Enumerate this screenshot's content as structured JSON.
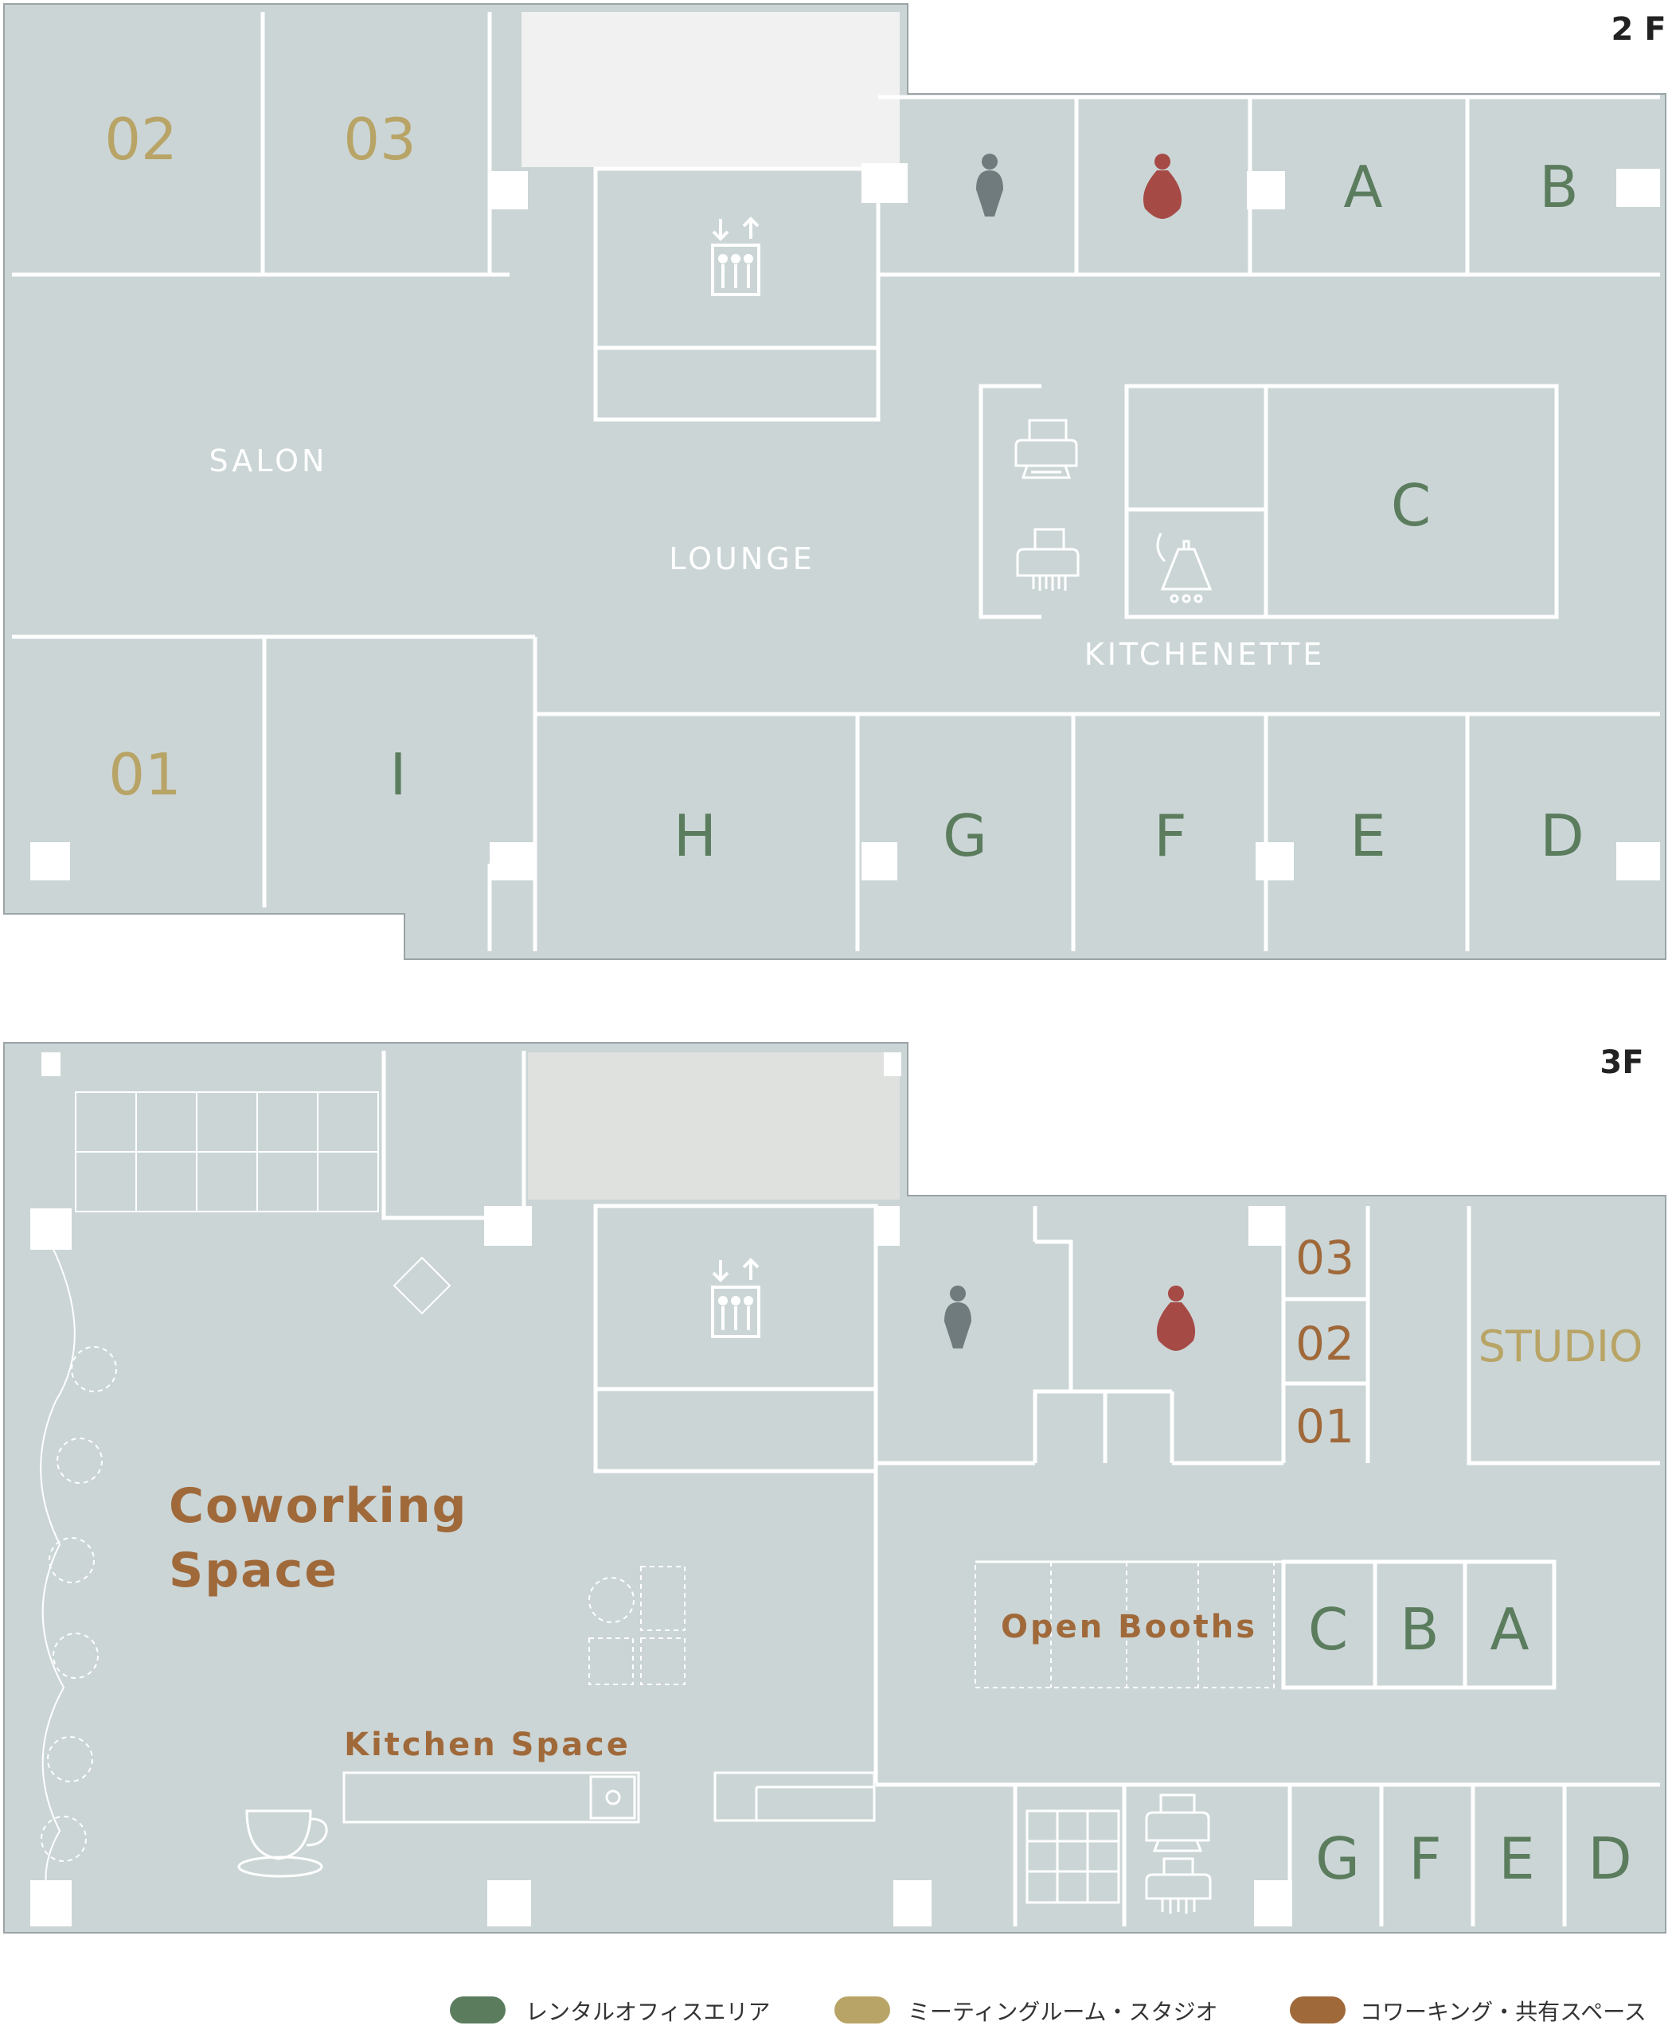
{
  "colors": {
    "floor": "#cbd5d6",
    "wall": "#ffffff",
    "outline": "#9aa3a5",
    "stair_void_2f": "#f0f1f0",
    "stair_void_3f": "#dfe1df",
    "rental": "#5b7d5e",
    "meeting": "#b8a466",
    "coworking": "#a0693a",
    "room_text_white": "#ffffff",
    "floor_tag": "#222222",
    "toilet_male": "#6f7b7c",
    "toilet_female": "#a64a46"
  },
  "floor2": {
    "tag": "2 F",
    "meeting_rooms": [
      "02",
      "03",
      "01"
    ],
    "offices": [
      "A",
      "B",
      "C",
      "I",
      "H",
      "G",
      "F",
      "E",
      "D"
    ],
    "areas": {
      "salon": "SALON",
      "lounge": "LOUNGE",
      "kitchenette": "KITCHENETTE"
    },
    "icons": [
      "elevator-icon",
      "male-toilet-icon",
      "female-toilet-icon",
      "printer-icon",
      "shredder-icon",
      "kettle-icon"
    ]
  },
  "floor3": {
    "tag": "3F",
    "booths_numbered": [
      "03",
      "02",
      "01"
    ],
    "studio": "STUDIO",
    "offices": [
      "C",
      "B",
      "A",
      "G",
      "F",
      "E",
      "D"
    ],
    "areas": {
      "coworking_line1": "Coworking",
      "coworking_line2": "Space",
      "open_booths": "Open Booths",
      "kitchen": "Kitchen Space"
    },
    "icons": [
      "elevator-icon",
      "male-toilet-icon",
      "female-toilet-icon",
      "printer-icon",
      "shredder-icon",
      "coffee-cup-icon",
      "locker-icon"
    ]
  },
  "legend": [
    {
      "label": "レンタルオフィスエリア",
      "color": "#5b7d5e"
    },
    {
      "label": "ミーティングルーム・スタジオ",
      "color": "#b8a466"
    },
    {
      "label": "コワーキング・共有スペース",
      "color": "#a0693a"
    }
  ]
}
